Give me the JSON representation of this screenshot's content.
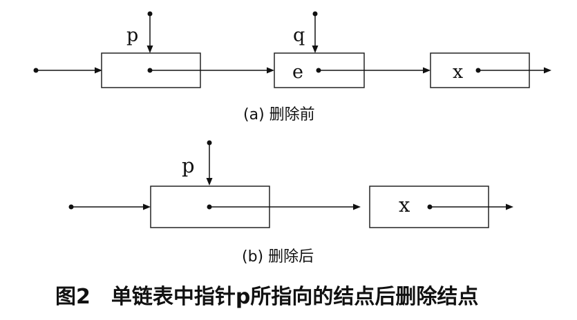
{
  "before": {
    "caption": "(a) 删除前",
    "pointer_p": "p",
    "pointer_q": "q",
    "node2_value": "e",
    "node3_value": "x"
  },
  "after": {
    "caption": "(b) 删除后",
    "pointer_p": "p",
    "node2_value": "x"
  },
  "figure_caption": "图2　单链表中指针p所指向的结点后删除结点"
}
